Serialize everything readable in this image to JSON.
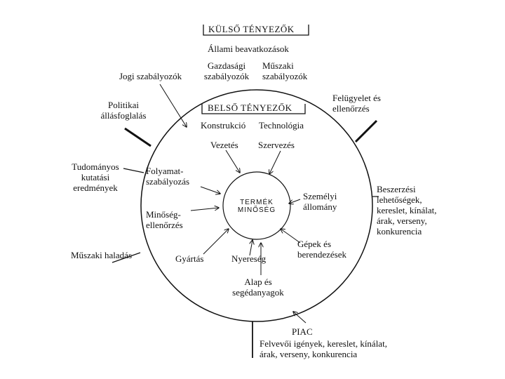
{
  "external": {
    "header": "KÜLSŐ TÉNYEZŐK",
    "state": "Állami beavatkozások",
    "economic_regulators": [
      "Gazdasági",
      "szabályozók"
    ],
    "technical_regulators": [
      "Műszaki",
      "szabályozók"
    ],
    "legal_regulators": "Jogi szabályozók",
    "political": [
      "Politikai",
      "állásfoglalás"
    ],
    "science": [
      "Tudományos",
      "kutatási",
      "eredmények"
    ],
    "tech_progress": "Műszaki haladás",
    "supervision": [
      "Felügyelet és",
      "ellenőrzés"
    ],
    "procurement": [
      "Beszerzési",
      "lehetőségek,",
      "kereslet, kínálat,",
      "árak, verseny,",
      "konkurencia"
    ]
  },
  "internal": {
    "header": "BELSŐ TÉNYEZŐK",
    "construction": "Konstrukció",
    "technology": "Technológia",
    "management": "Vezetés",
    "organization": "Szervezés",
    "process_regulation": [
      "Folyamat-",
      "szabályozás"
    ],
    "quality_control": [
      "Minőség-",
      "ellenőrzés"
    ],
    "personnel": [
      "Személyi",
      "állomány"
    ],
    "machines": [
      "Gépek és",
      "berendezések"
    ],
    "production": "Gyártás",
    "profit": "Nyereség",
    "materials": [
      "Alap és",
      "segédanyagok"
    ]
  },
  "center": [
    "TERMÉK",
    "MINŐSÉG"
  ],
  "market": {
    "title": "PIAC",
    "lines": [
      "Felvevői igények, kereslet, kínálat,",
      "árak, verseny, konkurencia"
    ]
  }
}
